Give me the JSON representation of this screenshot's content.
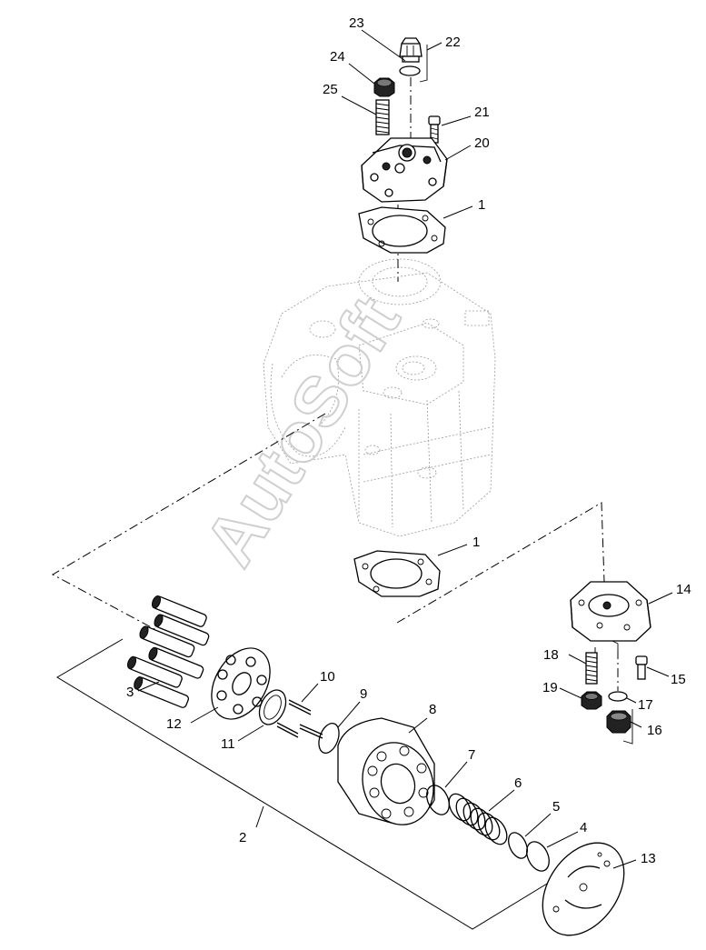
{
  "watermark": "AutoSoft",
  "callouts": {
    "c1a": "1",
    "c1b": "1",
    "c2": "2",
    "c3": "3",
    "c4": "4",
    "c5": "5",
    "c6": "6",
    "c7": "7",
    "c8": "8",
    "c9": "9",
    "c10": "10",
    "c11": "11",
    "c12": "12",
    "c13": "13",
    "c14": "14",
    "c15": "15",
    "c16": "16",
    "c17": "17",
    "c18": "18",
    "c19": "19",
    "c20": "20",
    "c21": "21",
    "c22": "22",
    "c23": "23",
    "c24": "24",
    "c25": "25"
  }
}
